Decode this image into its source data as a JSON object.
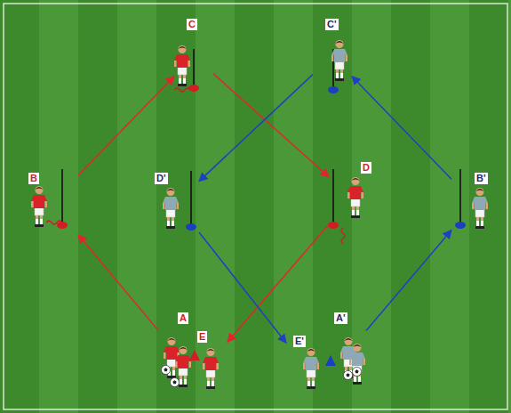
{
  "diagram": {
    "nodes": [
      {
        "text": [
          "C"
        ]
      },
      {
        "text": [
          "C'"
        ]
      },
      {
        "text": [
          "B"
        ]
      },
      {
        "text": [
          "D'"
        ]
      },
      {
        "text": [
          "D"
        ]
      },
      {
        "text": [
          "B'"
        ]
      },
      {
        "text": [
          "A"
        ]
      },
      {
        "text": [
          "E"
        ]
      },
      {
        "text": [
          "E'"
        ]
      },
      {
        "text": [
          "A'"
        ]
      }
    ],
    "edges": [
      {
        "from": 6,
        "to": 2,
        "arrow": "to"
      },
      {
        "from": 2,
        "to": 0,
        "arrow": "to"
      },
      {
        "from": 0,
        "to": 4,
        "arrow": "to"
      },
      {
        "from": 4,
        "to": 7,
        "arrow": "to"
      },
      {
        "from": 9,
        "to": 5,
        "arrow": "to"
      },
      {
        "from": 5,
        "to": 1,
        "arrow": "to"
      },
      {
        "from": 1,
        "to": 3,
        "arrow": "to"
      },
      {
        "from": 3,
        "to": 8,
        "arrow": "to"
      }
    ]
  }
}
